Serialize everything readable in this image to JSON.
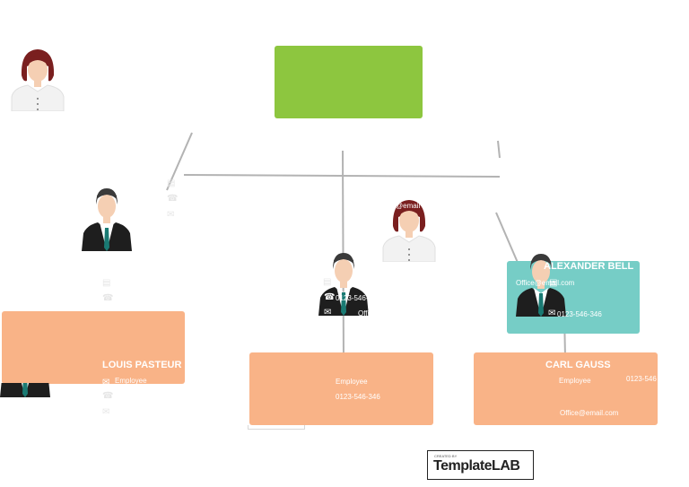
{
  "nodes": {
    "alexander": {
      "name": "ALEXANDER BELL",
      "email": "Office@email.com",
      "phone": "0123-546-346"
    },
    "carl": {
      "name": "CARL GAUSS",
      "role": "Employee",
      "phone": "0123-546",
      "email": "Office@email.com"
    },
    "louis": {
      "name": "LOUIS PASTEUR",
      "role": "Employee"
    },
    "center": {
      "role": "Employee",
      "phone": "0123-546-346",
      "phone_fragment": "0123-546-346",
      "office_fragment": "Office"
    },
    "email_fragment": "@email"
  },
  "logo": {
    "created_by": "CREATED BY",
    "brand": "TemplateLAB"
  },
  "colors": {
    "top_box": "#8dc63f",
    "teal_box": "#76cdc6",
    "peach_box": "#f9b387",
    "connector": "#b3b3b3"
  }
}
